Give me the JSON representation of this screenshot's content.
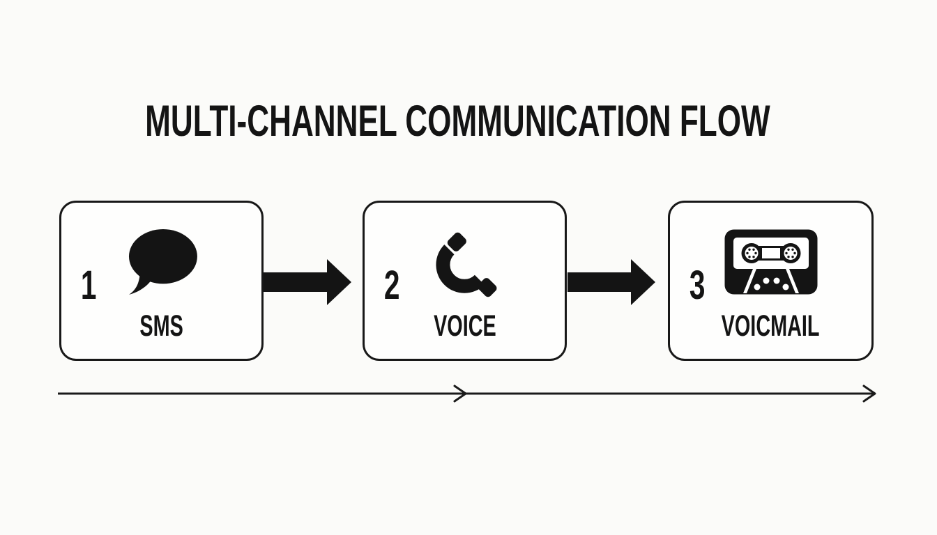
{
  "title": "MULTI-CHANNEL COMMUNICATION FLOW",
  "colors": {
    "ink": "#141414",
    "background": "#fbfbf9",
    "box_fill": "#fefefd",
    "box_border": "#181818"
  },
  "steps": [
    {
      "number": "1",
      "label": "SMS",
      "icon": "speech-bubble-icon"
    },
    {
      "number": "2",
      "label": "VOICE",
      "icon": "phone-handset-icon"
    },
    {
      "number": "3",
      "label": "VOICMAIL",
      "icon": "cassette-tape-icon"
    }
  ]
}
